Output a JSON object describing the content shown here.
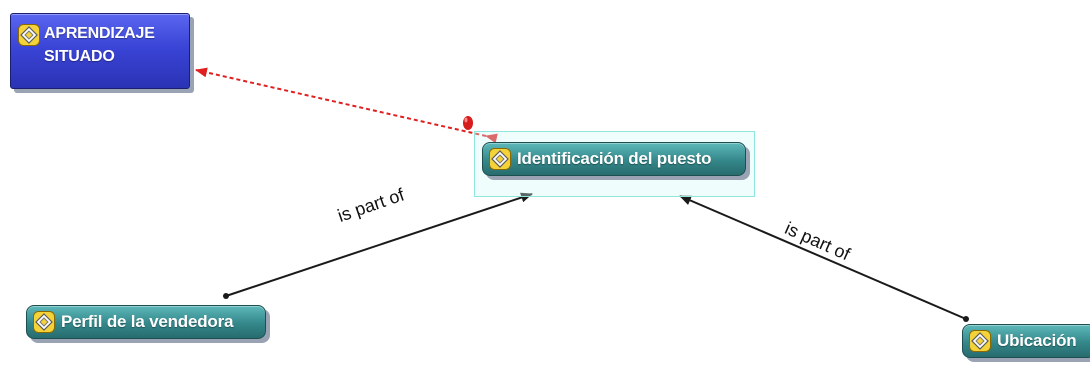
{
  "nodes": {
    "aprendizaje": {
      "label": "APRENDIZAJE\nSITUADO",
      "color": "#3a44d6"
    },
    "identificacion": {
      "label": "Identificación del puesto",
      "color": "#34878a"
    },
    "perfil": {
      "label": "Perfil de la vendedora",
      "color": "#34878a"
    },
    "ubicacion": {
      "label": "Ubicación",
      "color": "#34878a"
    }
  },
  "links": {
    "left": {
      "label": "is part of",
      "from": "perfil",
      "to": "identificacion"
    },
    "right": {
      "label": "is part of",
      "from": "ubicacion",
      "to": "identificacion"
    },
    "cross": {
      "from": "identificacion",
      "to": "aprendizaje",
      "style": "dashed",
      "color": "#e02020"
    }
  },
  "icons": {
    "concept_badge": "diamond-badge-icon"
  }
}
